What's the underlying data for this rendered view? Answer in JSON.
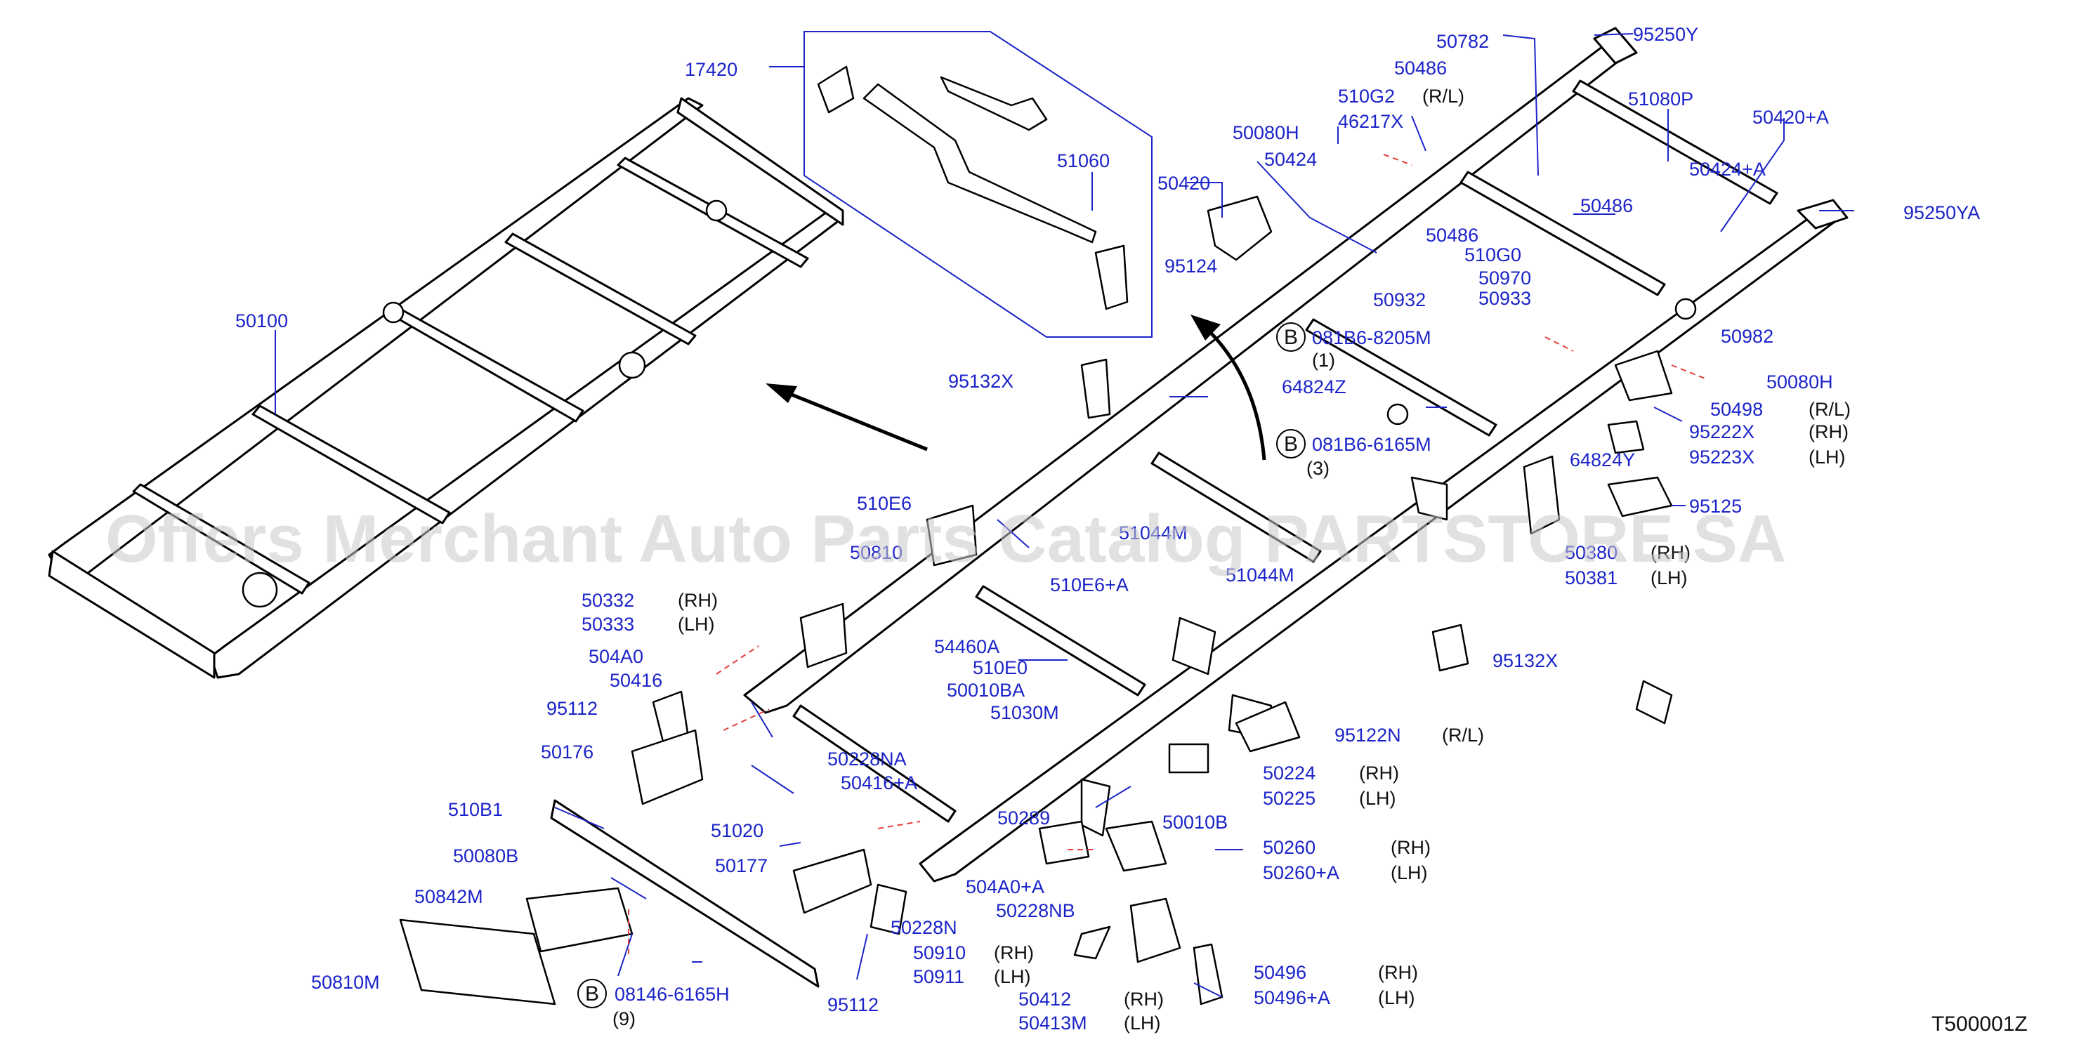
{
  "diagram": {
    "reference_code": "T500001Z",
    "watermark": "Offers Merchant Auto Parts Catalog PARTSTORE.SA",
    "part_labels": [
      "50100",
      "17420",
      "51060",
      "50420",
      "95124",
      "95132X",
      "50080H",
      "50424",
      "46217X",
      "510G2",
      "(R/L)",
      "50486",
      "50782",
      "95250Y",
      "51080P",
      "50420+A",
      "50424+A",
      "50486",
      "95250YA",
      "50486",
      "510G0",
      "50970",
      "50933",
      "50932",
      "50982",
      "081B6-8205M",
      "(1)",
      "64824Z",
      "50080H",
      "50498",
      "(R/L)",
      "95222X",
      "(RH)",
      "95223X",
      "(LH)",
      "081B6-6165M",
      "(3)",
      "64824Y",
      "95125",
      "50380",
      "(RH)",
      "50381",
      "(LH)",
      "510E6",
      "51044M",
      "50810",
      "510E6+A",
      "51044M",
      "50332",
      "(RH)",
      "50333",
      "(LH)",
      "504A0",
      "50416",
      "95112",
      "50176",
      "54460A",
      "510E0",
      "50010BA",
      "51030M",
      "50228NA",
      "50416+A",
      "95132X",
      "95122N",
      "(R/L)",
      "510B1",
      "51020",
      "50289",
      "50010B",
      "50224",
      "(RH)",
      "50225",
      "(LH)",
      "50260",
      "(RH)",
      "50260+A",
      "(LH)",
      "50080B",
      "50842M",
      "50177",
      "504A0+A",
      "50228NB",
      "50228N",
      "50910",
      "(RH)",
      "50911",
      "(LH)",
      "50810M",
      "08146-6165H",
      "(9)",
      "95112",
      "50412",
      "(RH)",
      "50413M",
      "(LH)",
      "50496",
      "(RH)",
      "50496+A",
      "(LH)"
    ],
    "callout_letters": [
      "B",
      "B",
      "B"
    ]
  }
}
